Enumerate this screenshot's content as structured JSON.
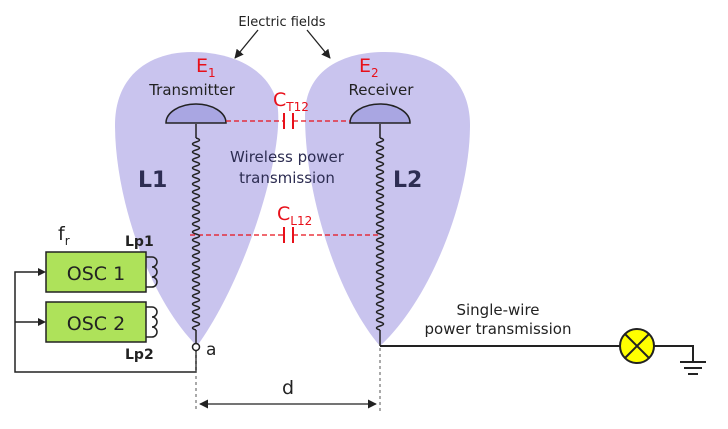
{
  "annotation": {
    "electric_fields": "Electric fields"
  },
  "labels": {
    "e1_main": "E",
    "e1_sub": "1",
    "e2_main": "E",
    "e2_sub": "2",
    "transmitter": "Transmitter",
    "receiver": "Receiver",
    "ct12_main": "C",
    "ct12_sub": "T12",
    "cl12_main": "C",
    "cl12_sub": "L12",
    "wireless_line1": "Wireless power",
    "wireless_line2": "transmission",
    "l1": "L1",
    "l2": "L2",
    "fr_main": "f",
    "fr_sub": "r",
    "lp1": "Lp1",
    "lp2": "Lp2",
    "osc1": "OSC 1",
    "osc2": "OSC 2",
    "node_a": "a",
    "distance": "d",
    "single_wire_line1": "Single-wire",
    "single_wire_line2": "power transmission"
  },
  "colors": {
    "field": "#c9c4ee",
    "plate": "#a9a6e2",
    "osc_fill": "#aee25a",
    "lamp": "#ffff00",
    "red": "#e8101a",
    "dashed": "#e8101a",
    "text": "#222222"
  }
}
